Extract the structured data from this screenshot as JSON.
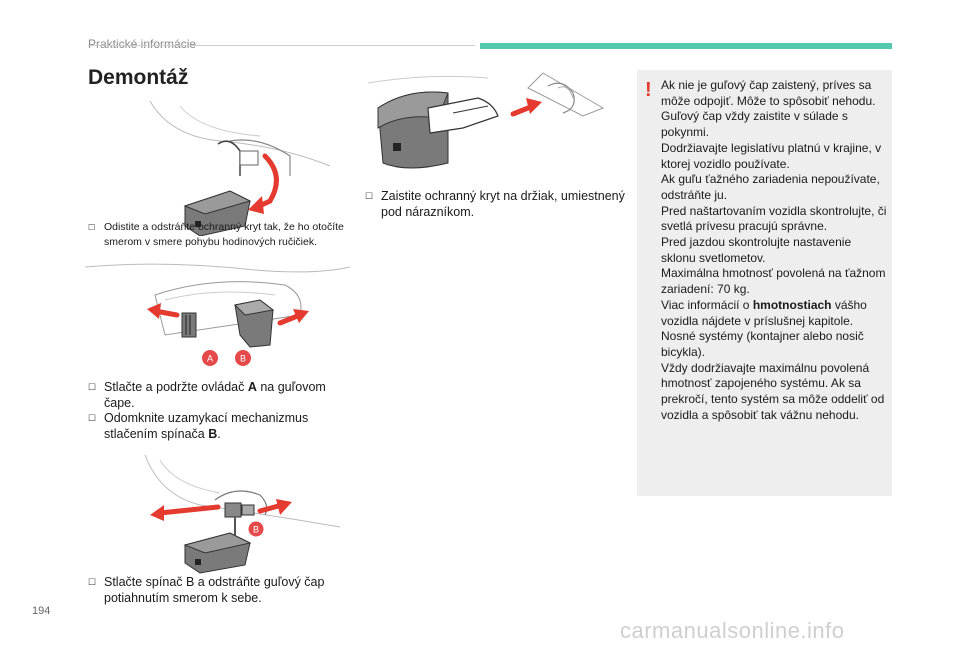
{
  "header": {
    "title": "Praktické informácie",
    "accent_color": "#54c8ae"
  },
  "section": {
    "title": "Demontáž"
  },
  "steps": {
    "step1": {
      "line1": "Odistite a odstráňte ochranný kryt tak, že ho otočíte",
      "line2": "smerom v smere pohybu hodinových ručičiek."
    },
    "step2": {
      "pre": "Stlačte a podržte ovládač ",
      "bold": "A",
      "post": " na guľovom",
      "line2": "čape."
    },
    "step3": {
      "line1": "Odomknite uzamykací mechanizmus",
      "pre": "stlačením spínača ",
      "bold": "B",
      "post": "."
    },
    "step4": {
      "line1": "Stlačte spínač B a odstráňte guľový čap",
      "line2": "potiahnutím smerom k sebe."
    },
    "step5": {
      "line1": "Zaistite ochranný kryt na držiak, umiestnený",
      "line2": "pod nárazníkom."
    }
  },
  "figure_labels": {
    "a": "A",
    "b": "B",
    "b2": "B"
  },
  "warning": {
    "p1": "Ak nie je guľový čap zaistený, príves sa môže odpojiť. Môže to spôsobiť nehodu.",
    "p2": "Guľový čap vždy zaistite v súlade s pokynmi.",
    "p3": "Dodržiavajte legislatívu platnú v krajine, v ktorej vozidlo používate.",
    "p4": "Ak guľu ťažného zariadenia nepoužívate, odstráňte ju.",
    "p5": "Pred naštartovaním vozidla skontrolujte, či svetlá prívesu pracujú správne.",
    "p6": "Pred jazdou skontrolujte nastavenie sklonu svetlometov.",
    "p7": "Maximálna hmotnosť povolená na ťažnom zariadení: 70 kg.",
    "p8_pre": "Viac informácií o ",
    "p8_bold": "hmotnostiach",
    "p8_post": " vášho vozidla nájdete v príslušnej kapitole.",
    "p9": "Nosné systémy (kontajner alebo nosič bicykla).",
    "p10": "Vždy dodržiavajte maximálnu povolená hmotnosť zapojeného systému. Ak sa prekročí, tento systém sa môže oddeliť od vozidla a spôsobiť tak vážnu nehodu.",
    "mark_color": "#e53a2f"
  },
  "footer": {
    "page_number": "194",
    "watermark": "carmanualsonline.info"
  },
  "colors": {
    "arrow_red": "#e53a2f",
    "label_red": "#e5494a",
    "box_gray": "#eeeeee"
  }
}
